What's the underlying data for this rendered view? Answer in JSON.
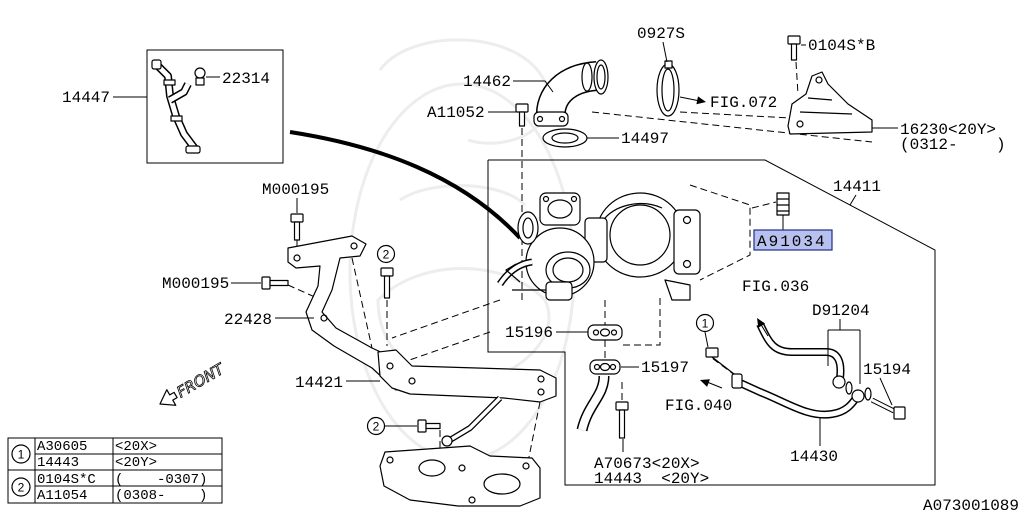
{
  "labels": {
    "p14447": "14447",
    "p22314": "22314",
    "p14462": "14462",
    "p0927S": "0927S",
    "p0104SB": "0104S*B",
    "pA11052": "A11052",
    "fig072": "FIG.072",
    "p14497": "14497",
    "p16230": "16230<20Y>",
    "p16230_range": "(0312-    )",
    "p14411": "14411",
    "pM000195_top": "M000195",
    "pA91034": "A91034",
    "pM000195_mid": "M000195",
    "fig036": "FIG.036",
    "pD91204": "D91204",
    "p22428": "22428",
    "p15196": "15196",
    "p15197": "15197",
    "p15194": "15194",
    "p14421": "14421",
    "fig040": "FIG.040",
    "p14430": "14430",
    "pA70673": "A70673<20X>",
    "p14443": "14443  <20Y>",
    "ref_a": "2",
    "ref_b": "1",
    "ref_c": "2",
    "front": "FRONT"
  },
  "diagram_id": "A073001089",
  "legend": [
    {
      "ref": "1",
      "rows": [
        {
          "part": "A30605",
          "variant": "<20X>"
        },
        {
          "part": "14443",
          "variant": "<20Y>"
        }
      ]
    },
    {
      "ref": "2",
      "rows": [
        {
          "part": "0104S*C",
          "variant": "(    -0307)"
        },
        {
          "part": "A11054",
          "variant": "(0308-    )"
        }
      ]
    }
  ],
  "colors": {
    "ink": "#000000",
    "highlight": "#b8c1ee",
    "highlight_border": "#1f2f8a",
    "watermark": "#ededed"
  }
}
